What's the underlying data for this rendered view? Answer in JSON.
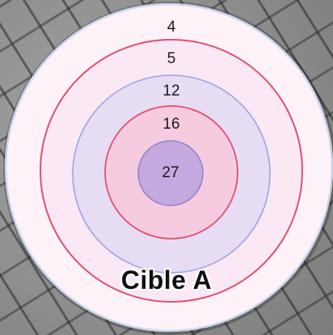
{
  "target": {
    "caption": "Cible A",
    "rings": [
      {
        "points": "4",
        "fill": "#fcf2f8",
        "stroke": "#c9d4ec"
      },
      {
        "points": "5",
        "fill": "#fbe8f5",
        "stroke": "#e0506e"
      },
      {
        "points": "12",
        "fill": "#e6dcf4",
        "stroke": "#9aa6e0"
      },
      {
        "points": "16",
        "fill": "#f6cbe0",
        "stroke": "#e0506e"
      },
      {
        "points": "27",
        "fill": "#c4a8de",
        "stroke": "#8f86c8"
      }
    ]
  }
}
